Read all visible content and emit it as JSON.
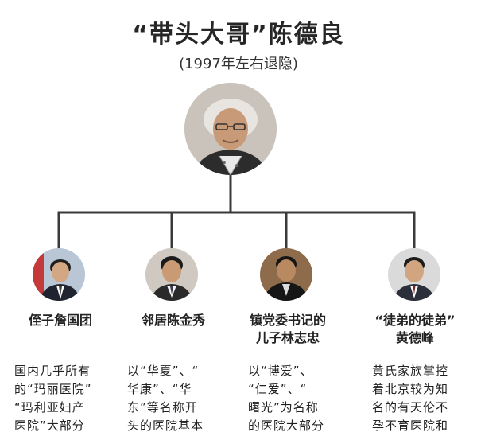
{
  "header": {
    "title": "“带头大哥”陈德良",
    "subtitle": "(1997年左右退隐)"
  },
  "colors": {
    "line": "#3a3a3a",
    "title": "#262626",
    "background": "#ffffff"
  },
  "children": [
    {
      "name_lines": [
        "侄子詹国团"
      ],
      "desc_lines": [
        "国内几乎所有",
        "的“玛丽医院”",
        "“玛利亚妇产",
        "医院”大部分"
      ]
    },
    {
      "name_lines": [
        "邻居陈金秀"
      ],
      "desc_lines": [
        "以“华夏”、“",
        "华康”、“华",
        "东”等名称开",
        "头的医院基本"
      ]
    },
    {
      "name_lines": [
        "镇党委书记的",
        "儿子林志忠"
      ],
      "desc_lines": [
        "以“博爱”、",
        "“仁爱”、“",
        "曙光”为名称",
        "的医院大部分"
      ]
    },
    {
      "name_lines": [
        "“徒弟的徒弟”",
        "黄德峰"
      ],
      "desc_lines": [
        "黄氏家族掌控",
        "着北京较为知",
        "名的有天伦不",
        "孕不育医院和"
      ]
    }
  ]
}
